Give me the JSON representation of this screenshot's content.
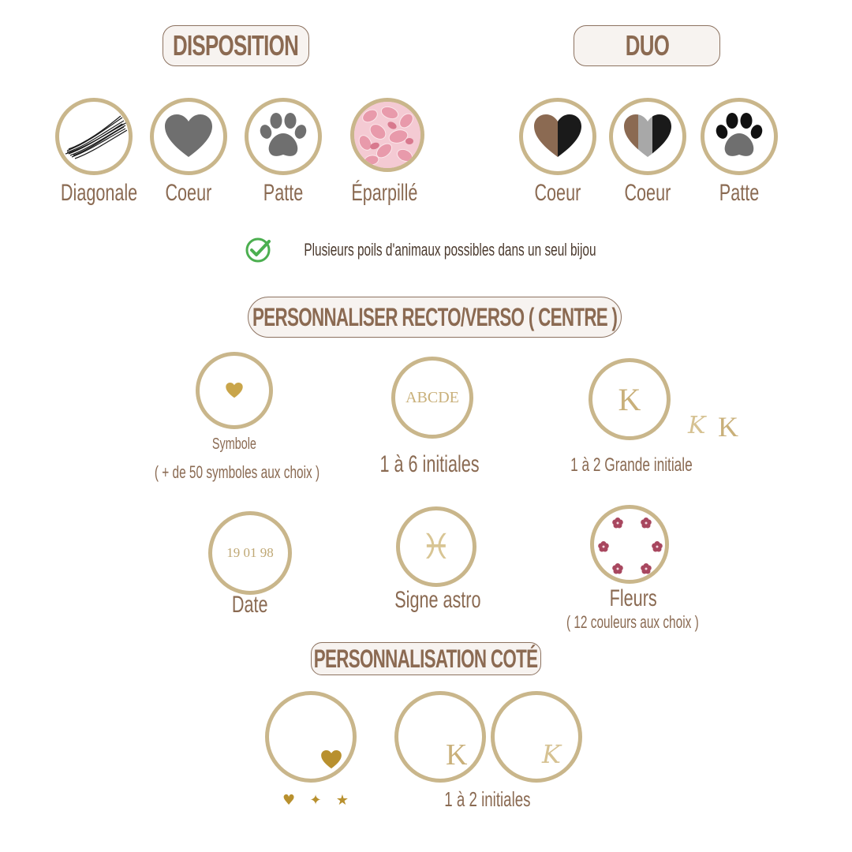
{
  "headers": {
    "disposition": "DISPOSITION",
    "duo": "DUO",
    "recto_verso": "PERSONNALISER RECTO/VERSO ( CENTRE )",
    "cote": "PERSONNALISATION COTÉ"
  },
  "disposition": {
    "items": [
      {
        "label": "Diagonale",
        "icon": "hair-strands-icon"
      },
      {
        "label": "Coeur",
        "icon": "heart-icon"
      },
      {
        "label": "Patte",
        "icon": "paw-icon"
      },
      {
        "label": "Éparpillé",
        "icon": "rose-petals-icon"
      }
    ]
  },
  "duo": {
    "items": [
      {
        "label": "Coeur",
        "icon": "split-heart-icon"
      },
      {
        "label": "Coeur",
        "icon": "tri-heart-icon"
      },
      {
        "label": "Patte",
        "icon": "paw-duo-icon"
      }
    ]
  },
  "note": {
    "text": "Plusieurs poils d'animaux possibles dans un seul bijou",
    "icon": "check-circle-icon"
  },
  "recto_verso": {
    "symbole_label": "Symbole",
    "symbole_sub": "( + de 50 symboles aux choix )",
    "initiales_sample": "ABCDE",
    "initiales_label": "1 à 6 initiales",
    "grande_sample": "K",
    "grande_extra_script": "K",
    "grande_extra_serif": "K",
    "grande_label": "1 à 2 Grande initiale",
    "date_sample": "19 01 98",
    "date_label": "Date",
    "astro_glyph": "♓",
    "astro_label": "Signe astro",
    "fleurs_label": "Fleurs",
    "fleurs_sub": "( 12 couleurs aux choix )"
  },
  "cote": {
    "symbols": [
      "♥",
      "✦",
      "★"
    ],
    "initial_serif": "K",
    "initial_script": "K",
    "initiales_label": "1 à 2 initiales"
  },
  "colors": {
    "ring": "#c9b68b",
    "header_text": "#8b6a52",
    "label_text": "#8a6a52",
    "gold": "#c9a54a",
    "check_green": "#4caf50"
  }
}
